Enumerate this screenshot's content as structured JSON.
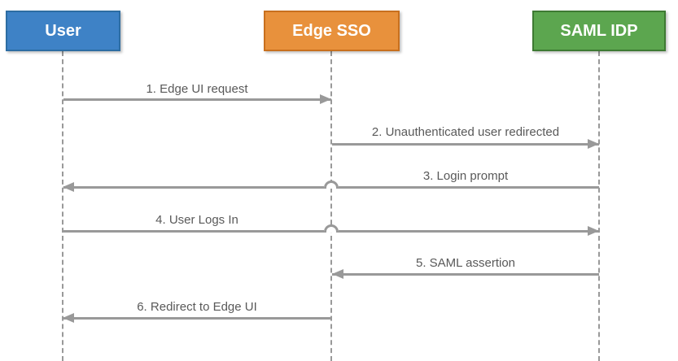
{
  "diagram_type": "sequence-diagram",
  "actors": [
    {
      "label": "User",
      "fill": "#3E82C6",
      "border": "#2D6DA3"
    },
    {
      "label": "Edge SSO",
      "fill": "#E8913C",
      "border": "#C8701E"
    },
    {
      "label": "SAML IDP",
      "fill": "#5CA64F",
      "border": "#3E7A33"
    }
  ],
  "messages": [
    {
      "label": "1. Edge UI request",
      "from": "User",
      "to": "Edge SSO"
    },
    {
      "label": "2. Unauthenticated user redirected",
      "from": "Edge SSO",
      "to": "SAML IDP"
    },
    {
      "label": "3. Login prompt",
      "from": "SAML IDP",
      "to": "User"
    },
    {
      "label": "4. User Logs In",
      "from": "User",
      "to": "SAML IDP"
    },
    {
      "label": "5. SAML assertion",
      "from": "SAML IDP",
      "to": "Edge SSO"
    },
    {
      "label": "6. Redirect to Edge UI",
      "from": "Edge SSO",
      "to": "User"
    }
  ],
  "colors": {
    "arrow": "#999999",
    "lifeline": "#999999",
    "label_text": "#595959",
    "background": "#FFFFFF"
  }
}
